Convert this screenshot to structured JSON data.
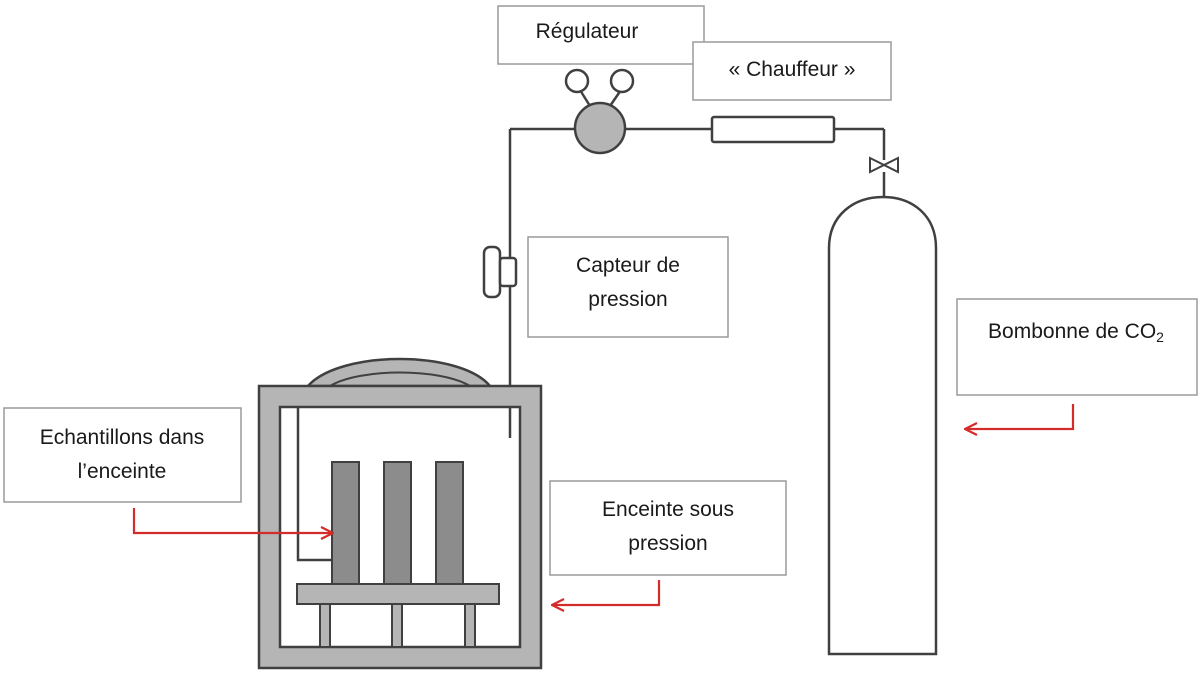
{
  "labels": {
    "regulator": "Régulateur",
    "heater": "« Chauffeur »",
    "pressure_sensor_line1": "Capteur de",
    "pressure_sensor_line2": "pression",
    "co2_cylinder_prefix": "Bombonne de CO",
    "co2_cylinder_subscript": "2",
    "samples_line1": "Echantillons dans",
    "samples_line2": "l’enceinte",
    "chamber_line1": "Enceinte sous",
    "chamber_line2": "pression"
  },
  "colors": {
    "arrow": "#d42b2b",
    "component_gray": "#b5b5b5",
    "sample_gray": "#8c8c8c",
    "outline": "#404040",
    "label_border": "#9a9a9a"
  }
}
